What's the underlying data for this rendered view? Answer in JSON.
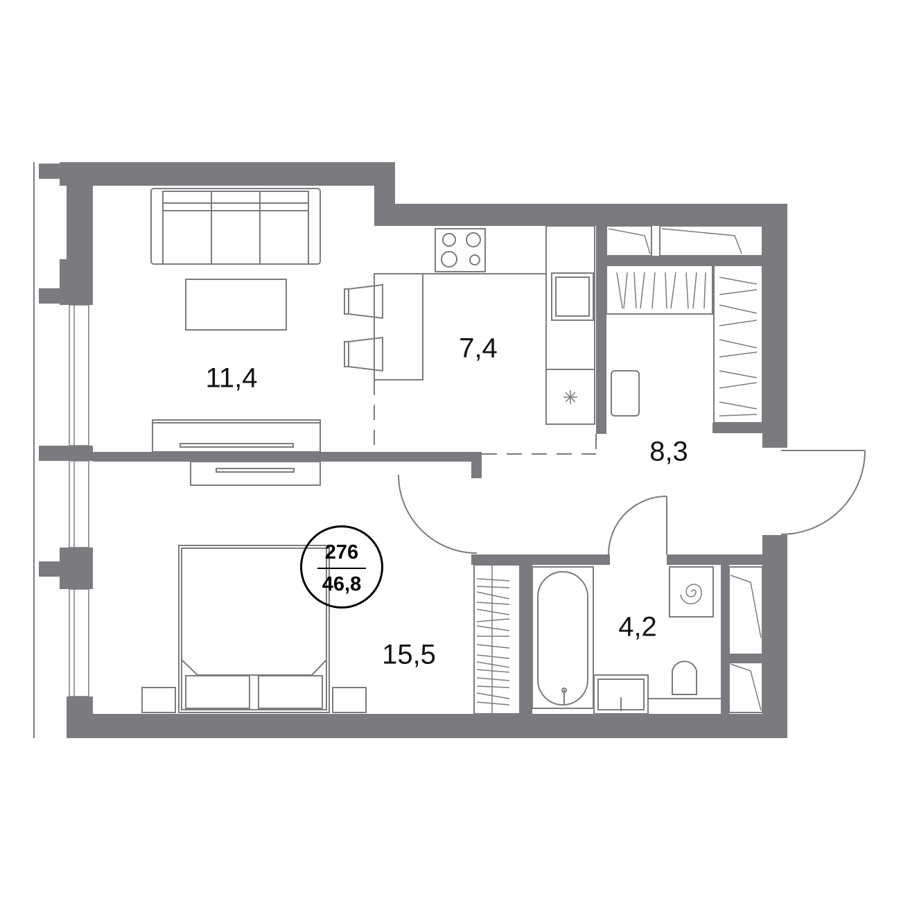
{
  "plan": {
    "wall_color": "#7b7a7e",
    "badge": {
      "apartment_number": "276",
      "total_area": "46,8"
    },
    "rooms": [
      {
        "name": "living-room",
        "area": "11,4"
      },
      {
        "name": "kitchen",
        "area": "7,4"
      },
      {
        "name": "hallway",
        "area": "8,3"
      },
      {
        "name": "bedroom",
        "area": "15,5"
      },
      {
        "name": "bathroom",
        "area": "4,2"
      }
    ]
  }
}
